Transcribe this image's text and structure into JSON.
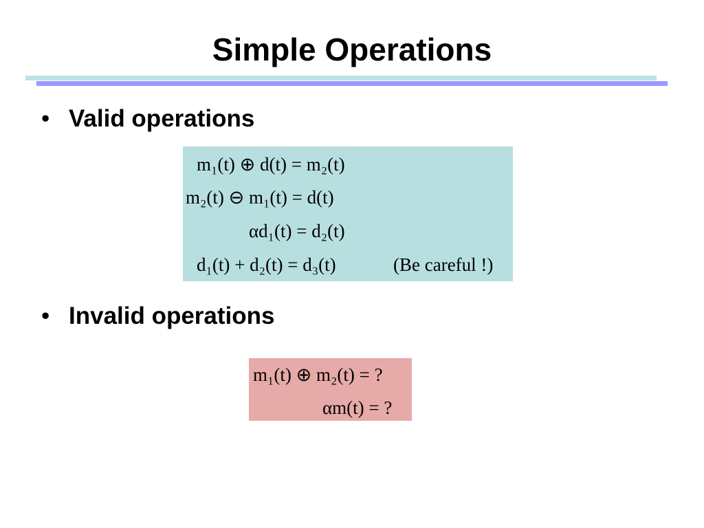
{
  "slide": {
    "title": "Simple Operations"
  },
  "bullets": {
    "valid": {
      "marker": "•",
      "label": "Valid operations"
    },
    "invalid": {
      "marker": "•",
      "label": "Invalid operations"
    }
  },
  "valid_equations": {
    "eq1": "m₁(t) ⊕ d(t) = m₂(t)",
    "eq2": "m₂(t) ⊖ m₁(t) = d(t)",
    "eq3": "αd₁(t) = d₂(t)",
    "eq4": "d₁(t) + d₂(t) = d₃(t)",
    "eq4_note": "(Be careful !)"
  },
  "invalid_equations": {
    "eq1": "m₁(t) ⊕ m₂(t) = ?",
    "eq2": "αm(t) = ?"
  },
  "colors": {
    "valid_box": "#b8dfe0",
    "invalid_box": "#e6aaa8",
    "title_rule_light": "#b9e3e6",
    "title_rule_dark": "#9999ff"
  }
}
